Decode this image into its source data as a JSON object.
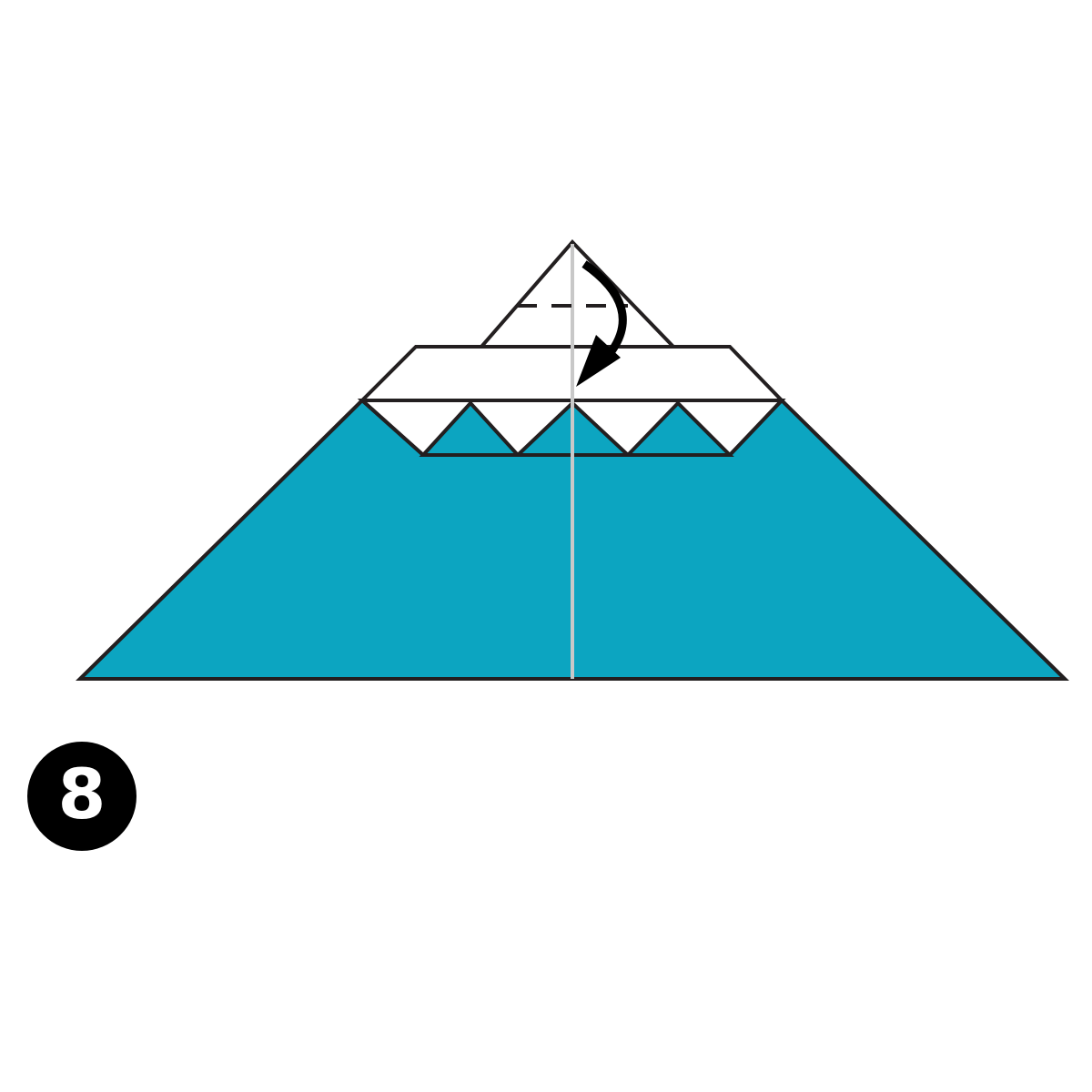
{
  "diagram": {
    "step_number": "8",
    "colors": {
      "paper_color": "#0ca5c1",
      "paper_reverse": "#ffffff",
      "outline": "#231f20",
      "centerline": "#c8c8c8",
      "arrow": "#000000",
      "badge_background": "#000000",
      "badge_text": "#ffffff"
    },
    "symbols": {
      "fold_line": "valley-fold-dashed-line",
      "fold_direction": "fold-down-arrow"
    }
  }
}
